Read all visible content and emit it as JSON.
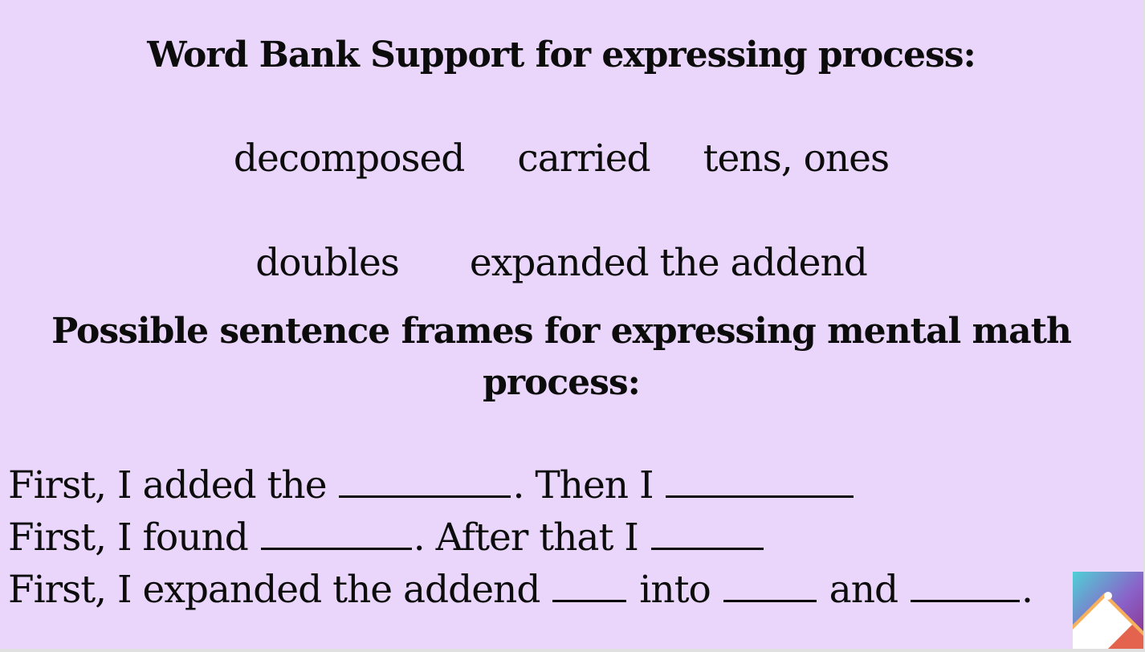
{
  "slide": {
    "title": "Word Bank Support for expressing process:",
    "word_bank": {
      "row1": [
        "decomposed",
        "carried",
        "tens, ones"
      ],
      "row2": [
        "doubles",
        "expanded the addend"
      ]
    },
    "frames_heading": "Possible sentence frames for expressing mental math process:",
    "frames": {
      "line1": {
        "a": "First, I added the ",
        "b": ". Then I "
      },
      "line2": {
        "a": "First, I found ",
        "b": ". After that I "
      },
      "line3": {
        "a": "First, I expanded the addend ",
        "b": " into ",
        "c": " and ",
        "d": "."
      }
    },
    "logo_icon": "slides-mountain-logo-icon"
  }
}
